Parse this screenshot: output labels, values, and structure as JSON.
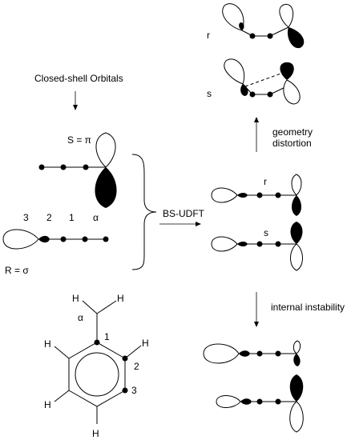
{
  "labels": {
    "closed_shell": "Closed-shell Orbitals",
    "s_pi": "S = π",
    "r_sigma": "R = σ",
    "bs_udft": "BS-UDFT",
    "geometry": "geometry",
    "distortion": "distortion",
    "internal_instability": "internal instability",
    "r": "r",
    "s": "s"
  },
  "chain_labels": [
    "3",
    "2",
    "1",
    "α"
  ],
  "molecule": {
    "hydrogen": "H",
    "alpha": "α",
    "c1": "1",
    "c2": "2",
    "c3": "3"
  }
}
